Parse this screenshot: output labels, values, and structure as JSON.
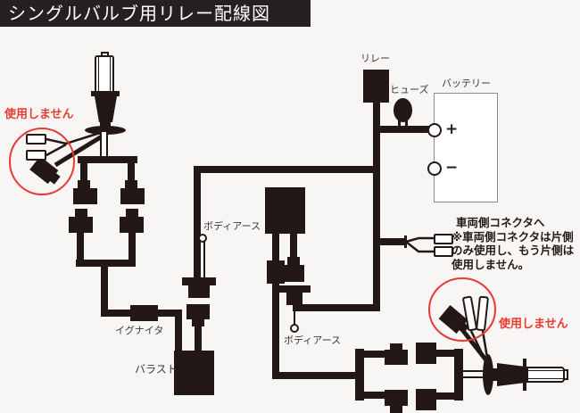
{
  "title": "シングルバルブ用リレー配線図",
  "warnings": {
    "top_left": "使用しません",
    "bottom_right": "使用しません"
  },
  "components": {
    "relay": "リレー",
    "fuse": "ヒューズ",
    "battery": "バッテリー",
    "battery_plus": "+",
    "battery_minus": "−",
    "body_earth_left": "ボディアース",
    "body_earth_center": "ボディアース",
    "igniter": "イグナイタ",
    "ballast": "バラスト"
  },
  "vehicle_note": {
    "line1": "車両側コネクタへ",
    "line2": "※車両側コネクタは片側",
    "line3": "のみ使用し、もう片側は",
    "line4": "使用しません。"
  },
  "colors": {
    "diagram_black": "#231815",
    "warning_red": "#e8392f",
    "label_gray": "#3e3a39",
    "title_bg": "#262120",
    "title_text": "#ffffff",
    "battery_border": "#8a8a8a"
  }
}
